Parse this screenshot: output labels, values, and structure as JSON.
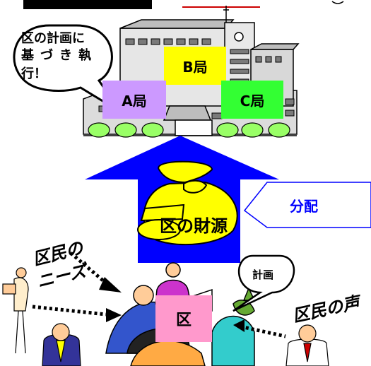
{
  "speech": {
    "lines": [
      "区の計画に",
      "基づき執",
      "行！"
    ]
  },
  "bureaus": [
    {
      "label": "A局",
      "color": "#cc99ff"
    },
    {
      "label": "B局",
      "color": "#ffff00"
    },
    {
      "label": "C局",
      "color": "#33ff33"
    }
  ],
  "arrow_color": "#0000ff",
  "money_color": "#ffff00",
  "zaigen_label": "区の財源",
  "bunpai_label": "分配",
  "ku_label": "区",
  "ku_box_color": "#ff99cc",
  "keikaku_label": "計画",
  "kumin_needs_lines": [
    "区民の",
    "ニーズ"
  ],
  "kumin_voice_label": "区民の声"
}
